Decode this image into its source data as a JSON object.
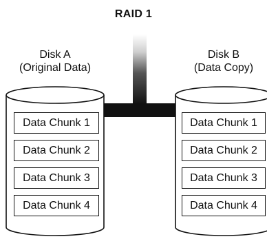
{
  "diagram": {
    "title": "RAID 1",
    "disks": [
      {
        "name": "Disk A",
        "role": "(Original Data)",
        "chunks": [
          "Data Chunk 1",
          "Data Chunk 2",
          "Data Chunk 3",
          "Data Chunk 4"
        ]
      },
      {
        "name": "Disk B",
        "role": "(Data Copy)",
        "chunks": [
          "Data Chunk 1",
          "Data Chunk 2",
          "Data Chunk 3",
          "Data Chunk 4"
        ]
      }
    ],
    "colors": {
      "connector": "#111111",
      "outline": "#111111",
      "background": "#ffffff"
    }
  }
}
